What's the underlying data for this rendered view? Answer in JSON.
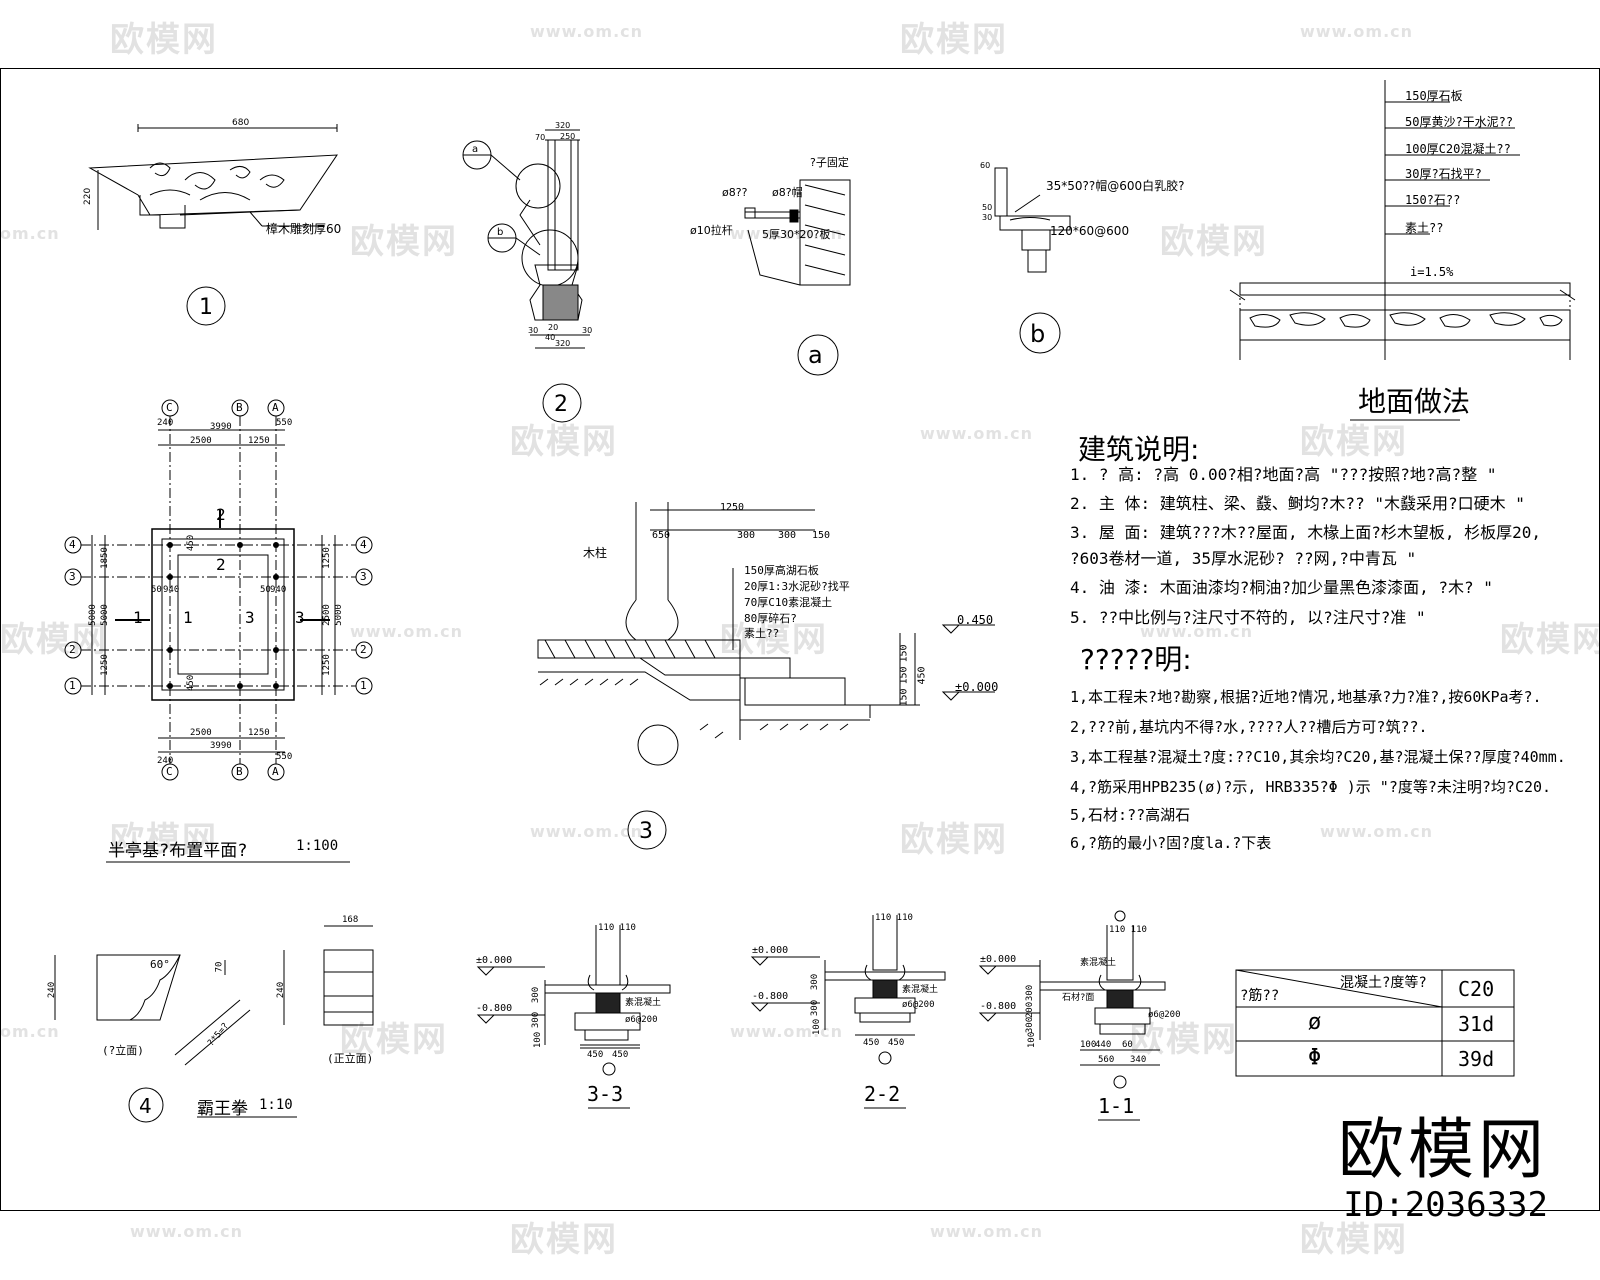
{
  "watermarks": {
    "logo": "欧模网",
    "url": "www.om.cn",
    "url_short": "om.cn"
  },
  "brand": {
    "name": "欧模网",
    "id": "ID:2036332"
  },
  "detail1": {
    "dim_width": "680",
    "dim_height": "220",
    "note": "樟木雕刻厚60",
    "mark": "1"
  },
  "detail2": {
    "dim_top1": "320",
    "dim_top2": "250",
    "dim_left": "70",
    "callout_a": "a",
    "callout_b": "b",
    "dim_bottom1": "30",
    "dim_bottom2": "20",
    "dim_bottom3": "40",
    "dim_bottom4": "30",
    "dim_bottom_total": "320",
    "mark": "2"
  },
  "detail_a": {
    "label1": "?子固定",
    "label2": "ø8??",
    "label3": "ø8?帽",
    "label4": "ø10拉杆",
    "label5": "5厚30*20?板",
    "mark": "a"
  },
  "detail_b": {
    "label1": "35*50??帽@600白乳胶?",
    "label2": "120*60@600",
    "dim1": "60",
    "dim2": "50",
    "dim3": "30",
    "mark": "b"
  },
  "floor": {
    "layers": [
      "150厚石板",
      "50厚黄沙?干水泥??",
      "100厚C20混凝土??",
      "30厚?石找平?",
      "150?石??",
      "素土??"
    ],
    "slope": "i=1.5%",
    "title": "地面做法"
  },
  "arch_notes": {
    "title": "建筑说明:",
    "lines": [
      "1. ?    高: ?高 0.00?相?地面?高 \"???按照?地?高?整 \"",
      "2. 主    体: 建筑柱、梁、鼗、鲥均?木?? \"木鼗采用?口硬木 \"",
      "3. 屋    面: 建筑???木??屋面, 木椽上面?杉木望板, 杉板厚20,",
      "          ?603卷材一道, 35厚水泥砂? ??网,?中青瓦 \"",
      "4. 油    漆: 木面油漆均?桐油?加少量黑色漆漆面, ?木? \"",
      "5. ??中比例与?注尺寸不符的, 以?注尺寸?准 \""
    ]
  },
  "struct_notes": {
    "title": "?????明:",
    "lines": [
      "1,本工程未?地?勘察,根据?近地?情况,地基承?力?准?,按60KPa考?.",
      "2,???前,基坑内不得?水,????人??槽后方可?筑??.",
      "3,本工程基?混凝土?度:??C10,其余均?C20,基?混凝土保??厚度?40mm.",
      "4,?筋采用HPB235(ø)?示, HRB335?Φ  )示 \"?度等?未注明?均?C20.",
      "5,石材:??高湖石",
      "6,?筋的最小?固?度la.?下表"
    ]
  },
  "plan": {
    "axes_top": [
      "C",
      "B",
      "A"
    ],
    "axes_bottom": [
      "C",
      "B",
      "A"
    ],
    "axes_left": [
      "4",
      "3",
      "2",
      "1"
    ],
    "axes_right": [
      "4",
      "3",
      "2",
      "1"
    ],
    "dims_top": [
      "240",
      "3990",
      "550",
      "2500",
      "1250"
    ],
    "dims_bottom": [
      "2500",
      "1250",
      "3990",
      "240",
      "550"
    ],
    "dims_left": [
      "1850",
      "5000",
      "1250",
      "5000"
    ],
    "dims_right": [
      "1250",
      "2500",
      "5000",
      "1250"
    ],
    "section_labels": [
      "1",
      "1",
      "2",
      "2",
      "3",
      "3"
    ],
    "inner_dims": [
      "450",
      "450",
      "50",
      "940",
      "50",
      "940"
    ],
    "caption": "半亭基?布置平面?",
    "scale": "1:100"
  },
  "detail3": {
    "label_col": "木柱",
    "dims": [
      "1250",
      "650",
      "300",
      "300",
      "150"
    ],
    "layers": [
      "150厚高湖石板",
      "20厚1:3水泥砂?找平",
      "70厚C10素混凝土",
      "80厚碎石?",
      "素土??"
    ],
    "elev_high": "0.450",
    "elev_low": "±0.000",
    "dims_vert": [
      "150",
      "150",
      "150",
      "450"
    ],
    "mark": "3"
  },
  "detail4": {
    "left_h": "240",
    "angle": "60°",
    "right_h": "70",
    "diag": "?*5=?",
    "left_caption": "(?立面)",
    "right_w": "168",
    "right_h2": "240",
    "right_caption": "(正立面)",
    "mark": "4",
    "title": "霸王拳",
    "scale": "1:10"
  },
  "sec33": {
    "top": "110 110",
    "e0": "±0.000",
    "e1": "-0.800",
    "dims": [
      "300",
      "300",
      "100"
    ],
    "bars": "ø6@200",
    "bot": [
      "450",
      "450"
    ],
    "label_concrete": "素混凝土",
    "name": "3-3"
  },
  "sec22": {
    "top": "110 110",
    "e0": "±0.000",
    "e1": "-0.800",
    "dims": [
      "300",
      "300",
      "100"
    ],
    "bars": "ø6@200",
    "bot": [
      "450",
      "450"
    ],
    "label_concrete": "素混凝土",
    "name": "2-2"
  },
  "sec11": {
    "top": "110 110",
    "e0": "±0.000",
    "e1": "-0.800",
    "dims": [
      "300",
      "200",
      "300",
      "100"
    ],
    "bars": "ø6@200",
    "bot": [
      "100",
      "440",
      "60",
      "560",
      "340"
    ],
    "label_concrete": "素混凝土",
    "label_stone": "石材?面",
    "name": "1-1"
  },
  "anchor_table": {
    "header_diag_top": "混凝土?度等?",
    "header_diag_bottom": "?筋??",
    "header_col": "C20",
    "rows": [
      {
        "symbol": "ø",
        "value": "31d"
      },
      {
        "symbol": "Φ",
        "value": "39d"
      }
    ]
  }
}
